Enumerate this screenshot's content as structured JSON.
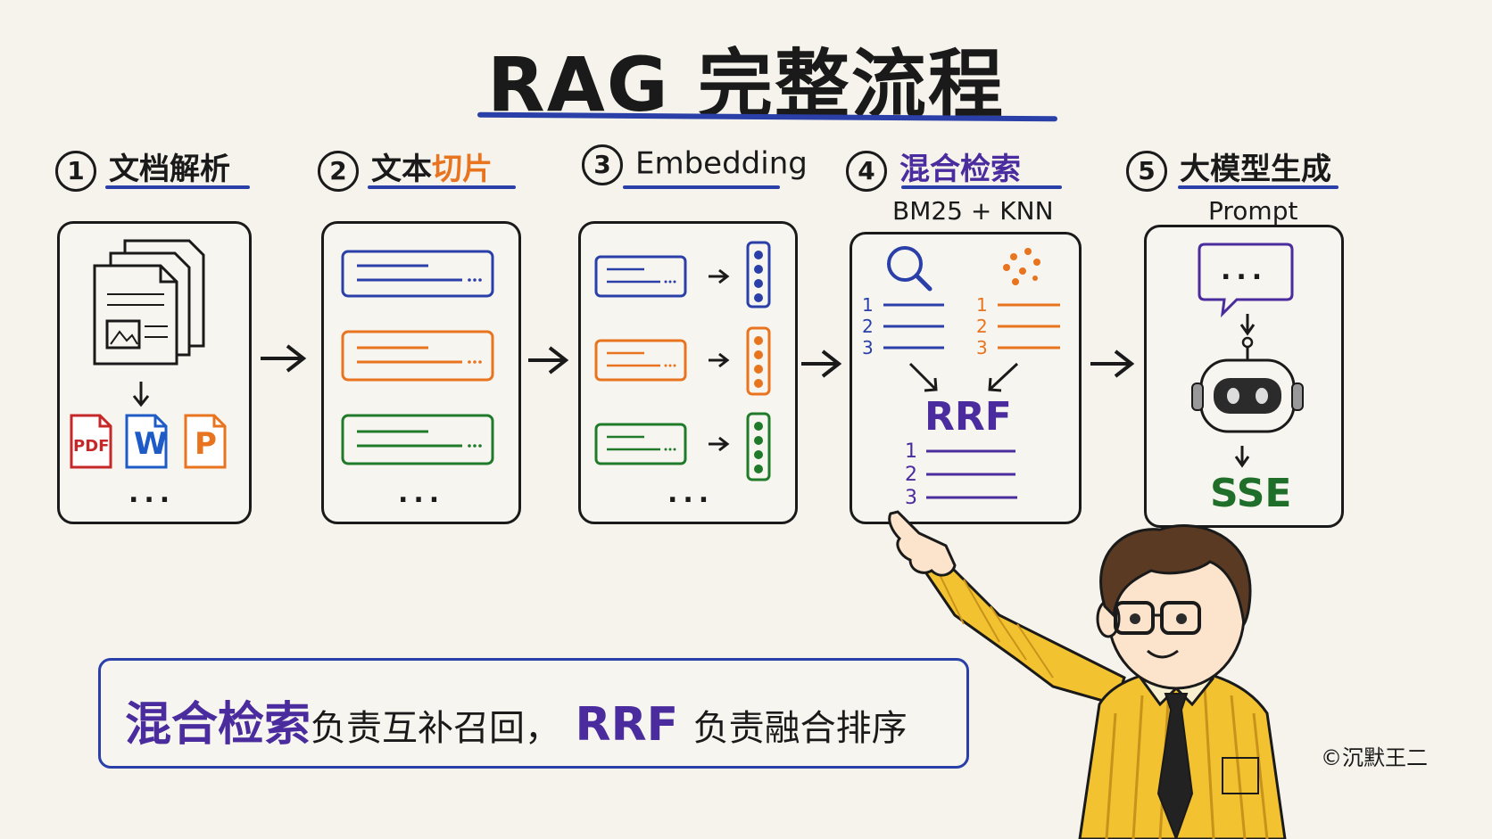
{
  "title": "RAG 完整流程",
  "steps": [
    {
      "num": "1",
      "label": "文档解析"
    },
    {
      "num": "2",
      "label_a": "文本",
      "label_b": "切片"
    },
    {
      "num": "3",
      "label": "Embedding"
    },
    {
      "num": "4",
      "label": "混合检索",
      "sub": "BM25 + KNN"
    },
    {
      "num": "5",
      "label": "大模型生成",
      "sub": "Prompt"
    }
  ],
  "file_types": {
    "pdf": "PDF",
    "word": "W",
    "ppt": "P"
  },
  "ellipsis": "...",
  "rank_numbers": [
    "1",
    "2",
    "3"
  ],
  "rrf_label": "RRF",
  "chat_bubble_text": "...",
  "sse_label": "SSE",
  "footer": {
    "part1": "混合检索",
    "part2": "负责互补召回，",
    "part3": "RRF",
    "part4": "负责融合排序"
  },
  "credit": "©沉默王二",
  "colors": {
    "blue": "#2a3fa8",
    "orange": "#e8741f",
    "green": "#1f7a2a",
    "purple": "#4a2c9e",
    "red": "#c62828",
    "word_blue": "#1e5bc6",
    "shirt_yellow": "#f2c230"
  },
  "icons": [
    "document-stack-icon",
    "pdf-file-icon",
    "word-file-icon",
    "ppt-file-icon",
    "search-icon",
    "vector-dots-icon",
    "chat-bubble-icon",
    "robot-icon",
    "pointing-presenter-illustration"
  ]
}
